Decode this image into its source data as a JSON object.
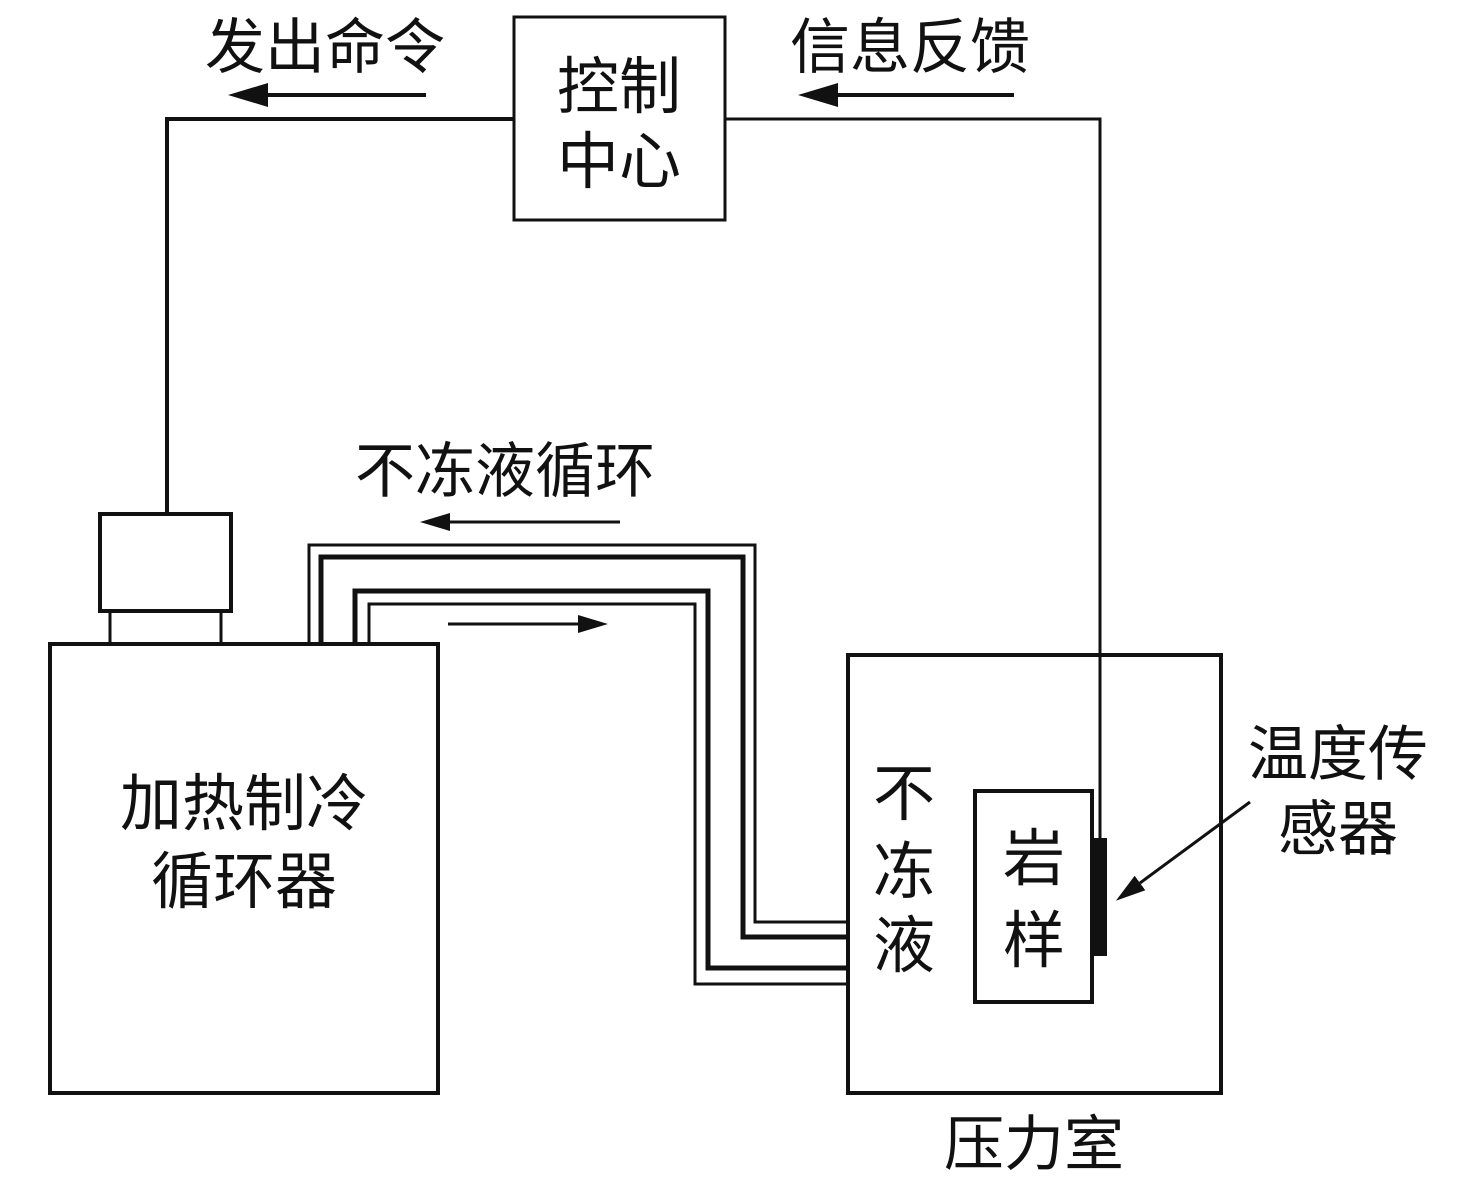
{
  "labels": {
    "send_command": "发出命令",
    "info_feedback": "信息反馈",
    "control_center_line1": "控制",
    "control_center_line2": "中心",
    "antifreeze_circulation": "不冻液循环",
    "heater_cooler_line1": "加热制冷",
    "heater_cooler_line2": "循环器",
    "antifreeze_vertical": [
      "不",
      "冻",
      "液"
    ],
    "rock_sample": [
      "岩",
      "样"
    ],
    "temp_sensor_line1": "温度传",
    "temp_sensor_line2": "感器",
    "pressure_chamber": "压力室"
  },
  "colors": {
    "line": "#111111",
    "background": "#ffffff"
  }
}
